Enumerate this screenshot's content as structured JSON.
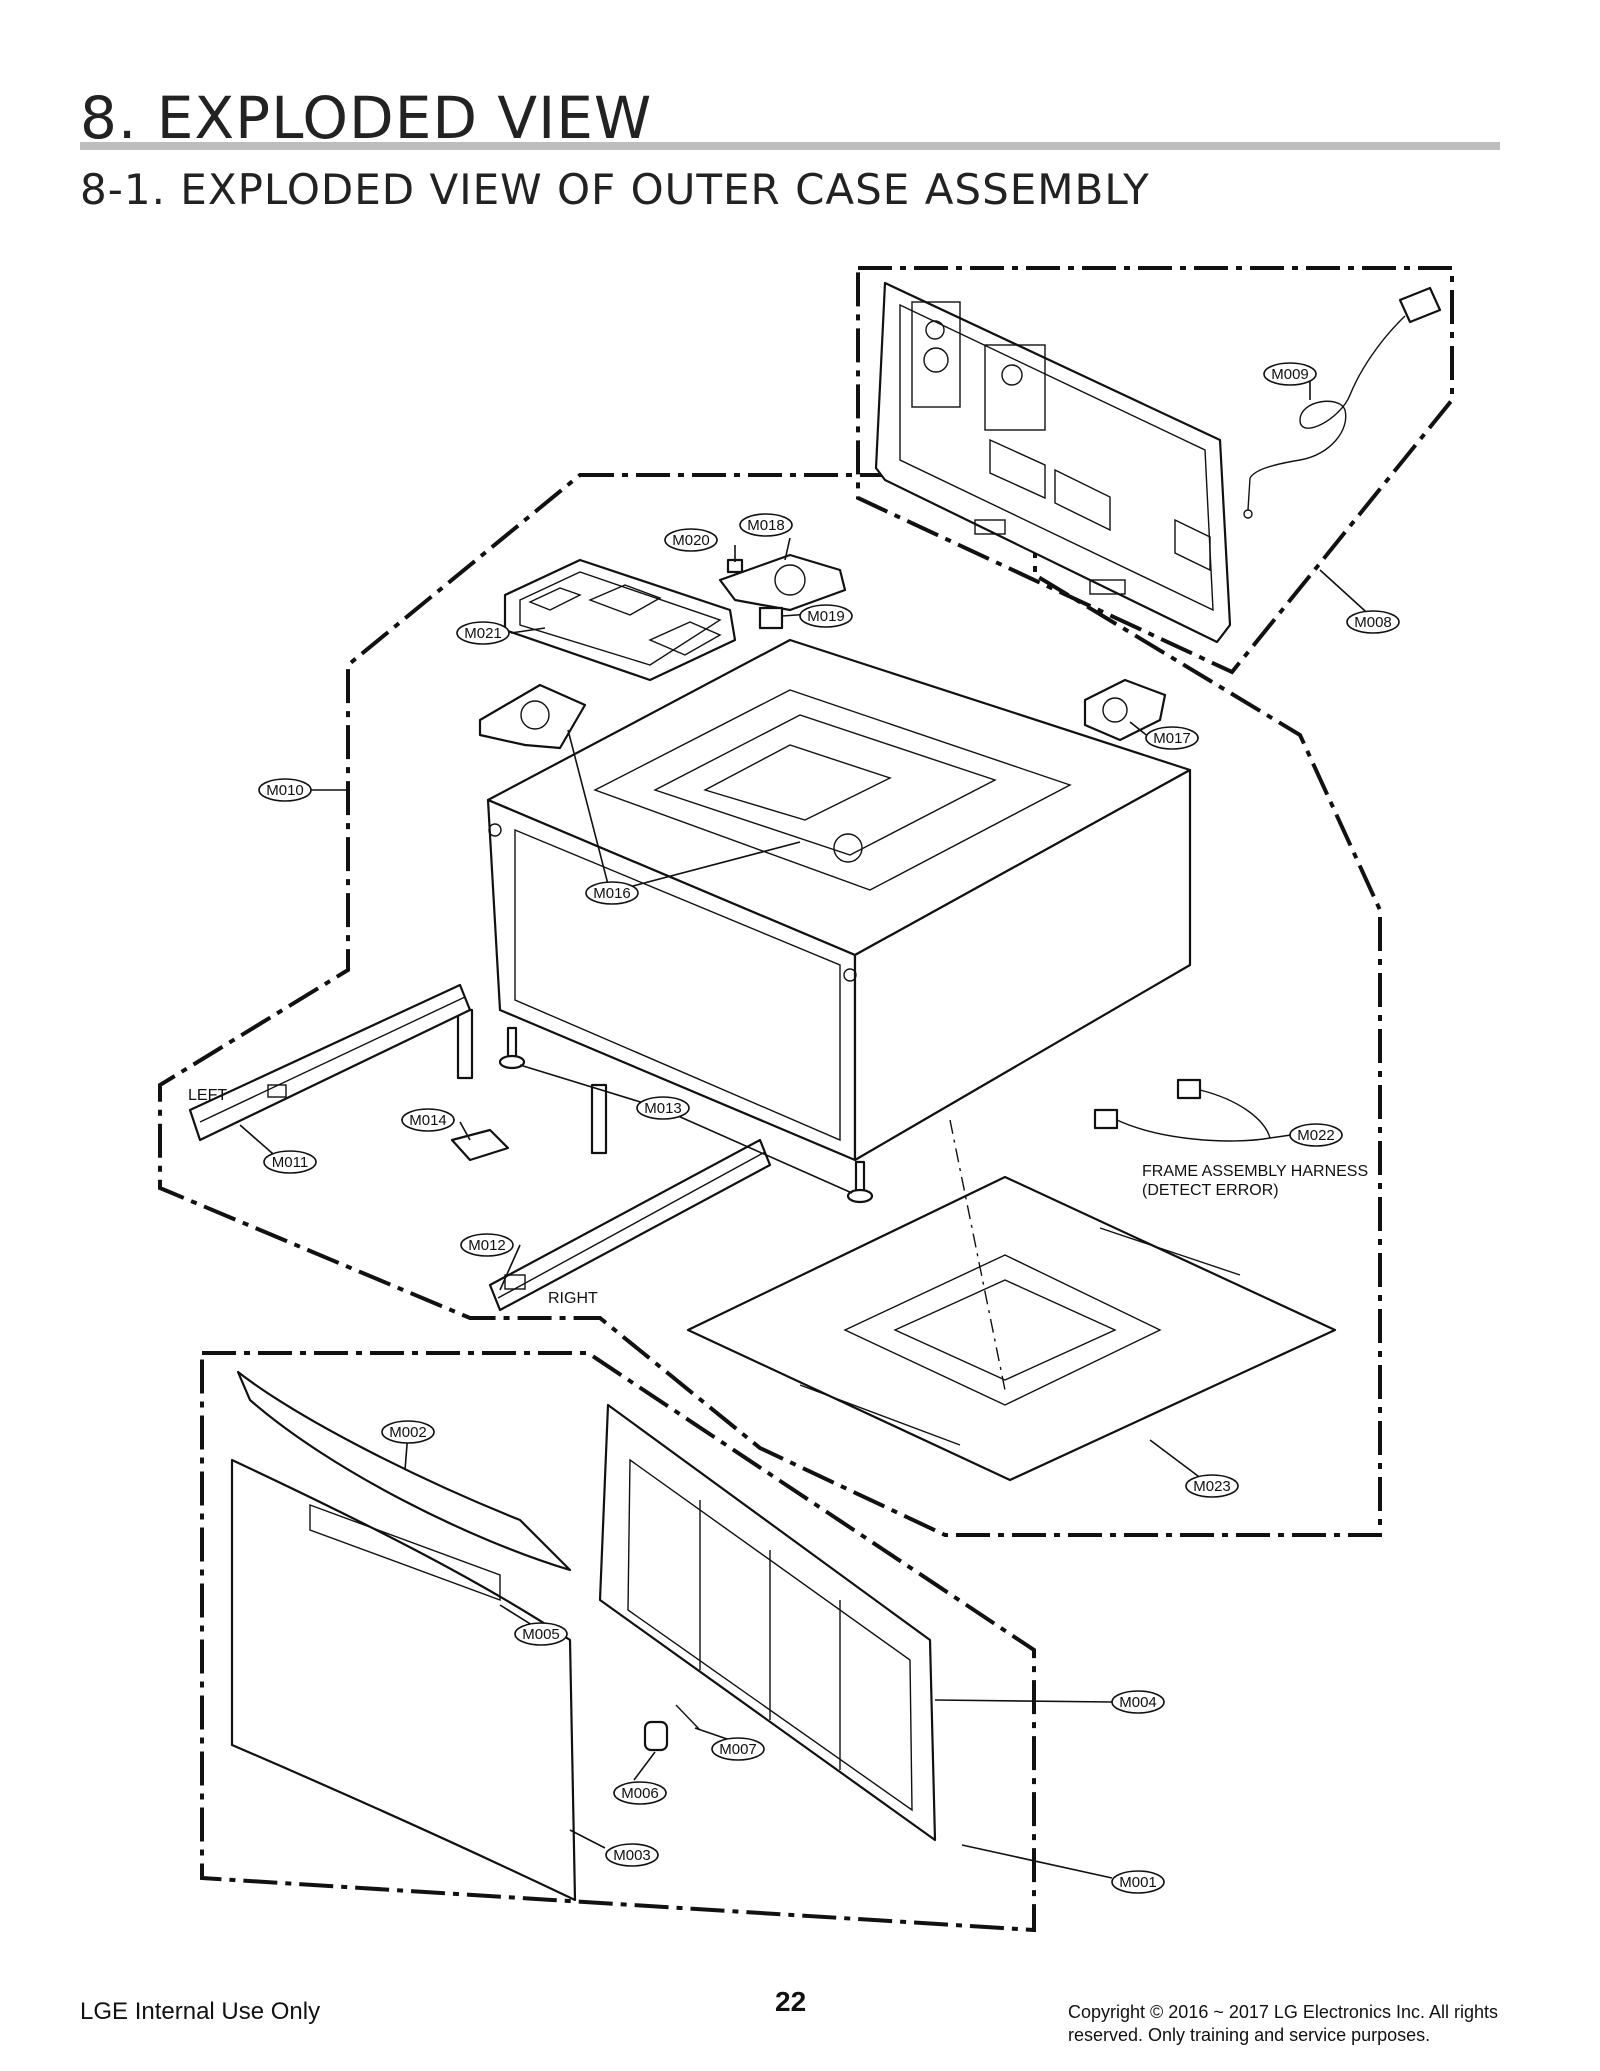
{
  "header": {
    "title": "8. EXPLODED VIEW",
    "subtitle": "8-1. EXPLODED VIEW OF OUTER CASE ASSEMBLY"
  },
  "diagram": {
    "callouts": [
      "M001",
      "M002",
      "M003",
      "M004",
      "M005",
      "M006",
      "M007",
      "M008",
      "M009",
      "M010",
      "M011",
      "M012",
      "M013",
      "M014",
      "M016",
      "M017",
      "M018",
      "M019",
      "M020",
      "M021",
      "M022",
      "M023"
    ],
    "labels": {
      "left": "LEFT",
      "right": "RIGHT",
      "harness_line1": "FRAME ASSEMBLY HARNESS",
      "harness_line2": "(DETECT ERROR)"
    }
  },
  "footer": {
    "left": "LGE Internal Use Only",
    "page": "22",
    "copyright_line1": "Copyright © 2016 ~ 2017 LG Electronics Inc. All rights",
    "copyright_line2": "reserved. Only training and service purposes."
  }
}
